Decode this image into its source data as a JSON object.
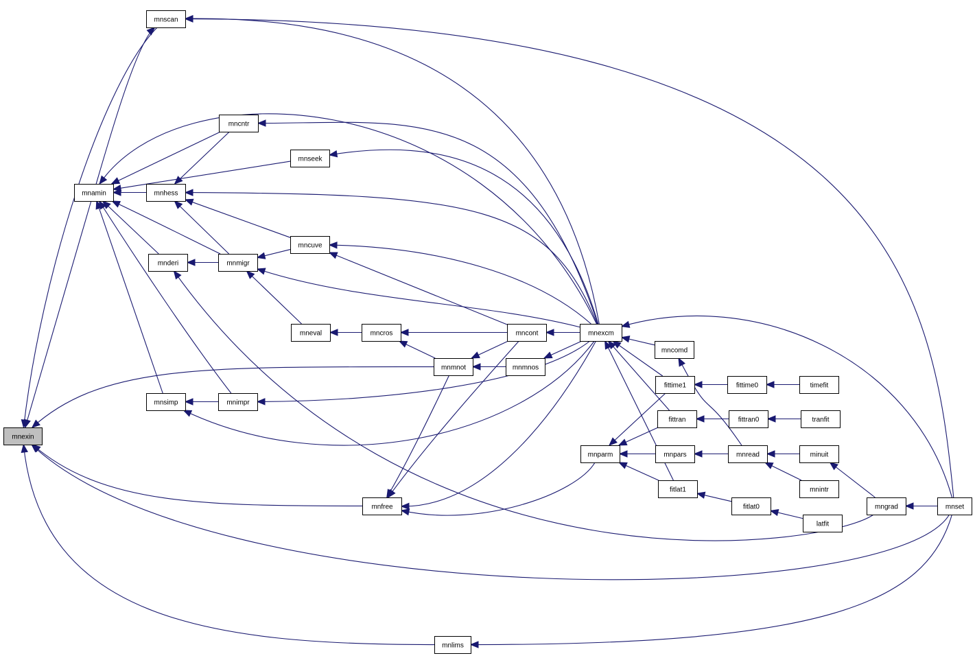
{
  "graph": {
    "root": "mnexin",
    "colors": {
      "edge": "#191970",
      "root_fill": "#bfbfbf",
      "node_fill": "#ffffff",
      "node_border": "#000000"
    },
    "nodes": [
      "mnexin",
      "mnscan",
      "mnamin",
      "mncntr",
      "mnseek",
      "mnhess",
      "mnderi",
      "mnmigr",
      "mncuve",
      "mneval",
      "mncros",
      "mncont",
      "mnexcm",
      "mnmnot",
      "mnmnos",
      "mnsimp",
      "mnimpr",
      "mncomd",
      "fittime1",
      "fittime0",
      "timefit",
      "fittran",
      "fittran0",
      "tranfit",
      "mnparm",
      "mnpars",
      "mnread",
      "minuit",
      "mnintr",
      "fitlat1",
      "fitlat0",
      "latfit",
      "mnfree",
      "mngrad",
      "mnset",
      "mnlims"
    ],
    "edges": [
      [
        "mnscan",
        "mnexin"
      ],
      [
        "mnamin",
        "mnexin"
      ],
      [
        "mnamin",
        "mnscan"
      ],
      [
        "mncntr",
        "mnamin"
      ],
      [
        "mnseek",
        "mnamin"
      ],
      [
        "mnhess",
        "mnamin"
      ],
      [
        "mnderi",
        "mnamin"
      ],
      [
        "mnmigr",
        "mnamin"
      ],
      [
        "mnsimp",
        "mnamin"
      ],
      [
        "mnimpr",
        "mnamin"
      ],
      [
        "mnexcm",
        "mnamin"
      ],
      [
        "mnexcm",
        "mnscan"
      ],
      [
        "mnset",
        "mnscan"
      ],
      [
        "mnexcm",
        "mncntr"
      ],
      [
        "mnexcm",
        "mnseek"
      ],
      [
        "mnexcm",
        "mnhess"
      ],
      [
        "mncntr",
        "mnhess"
      ],
      [
        "mnmigr",
        "mnhess"
      ],
      [
        "mncuve",
        "mnhess"
      ],
      [
        "mnmigr",
        "mnderi"
      ],
      [
        "mncuve",
        "mnmigr"
      ],
      [
        "mneval",
        "mnmigr"
      ],
      [
        "mnexcm",
        "mnmigr"
      ],
      [
        "mnexcm",
        "mncuve"
      ],
      [
        "mncont",
        "mncuve"
      ],
      [
        "mncros",
        "mneval"
      ],
      [
        "mncont",
        "mncros"
      ],
      [
        "mnmnot",
        "mncros"
      ],
      [
        "mnexcm",
        "mncont"
      ],
      [
        "mncont",
        "mnmnot"
      ],
      [
        "mnmnos",
        "mnmnot"
      ],
      [
        "mnexcm",
        "mnmnos"
      ],
      [
        "mnimpr",
        "mnsimp"
      ],
      [
        "mnexcm",
        "mnimpr"
      ],
      [
        "mnexcm",
        "mnsimp"
      ],
      [
        "mnmnot",
        "mnexin"
      ],
      [
        "mncomd",
        "mnexcm"
      ],
      [
        "fittime1",
        "mnexcm"
      ],
      [
        "fittran",
        "mnexcm"
      ],
      [
        "fitlat1",
        "mnexcm"
      ],
      [
        "mnset",
        "mnexcm"
      ],
      [
        "mnread",
        "mncomd"
      ],
      [
        "fittime0",
        "fittime1"
      ],
      [
        "timefit",
        "fittime0"
      ],
      [
        "fittran0",
        "fittran"
      ],
      [
        "tranfit",
        "fittran0"
      ],
      [
        "fittime1",
        "mnparm"
      ],
      [
        "fittran",
        "mnparm"
      ],
      [
        "mnpars",
        "mnparm"
      ],
      [
        "fitlat1",
        "mnparm"
      ],
      [
        "mnread",
        "mnpars"
      ],
      [
        "minuit",
        "mnread"
      ],
      [
        "mnintr",
        "mnread"
      ],
      [
        "mngrad",
        "minuit"
      ],
      [
        "fitlat0",
        "fitlat1"
      ],
      [
        "latfit",
        "fitlat0"
      ],
      [
        "mnset",
        "mngrad"
      ],
      [
        "mnfree",
        "mnexin"
      ],
      [
        "mnmnot",
        "mnfree"
      ],
      [
        "mncont",
        "mnfree"
      ],
      [
        "mnexcm",
        "mnfree"
      ],
      [
        "mnparm",
        "mnfree"
      ],
      [
        "mngrad",
        "mnderi"
      ],
      [
        "mnset",
        "mnexin"
      ],
      [
        "mnlims",
        "mnexin"
      ],
      [
        "mnset",
        "mnlims"
      ]
    ]
  }
}
